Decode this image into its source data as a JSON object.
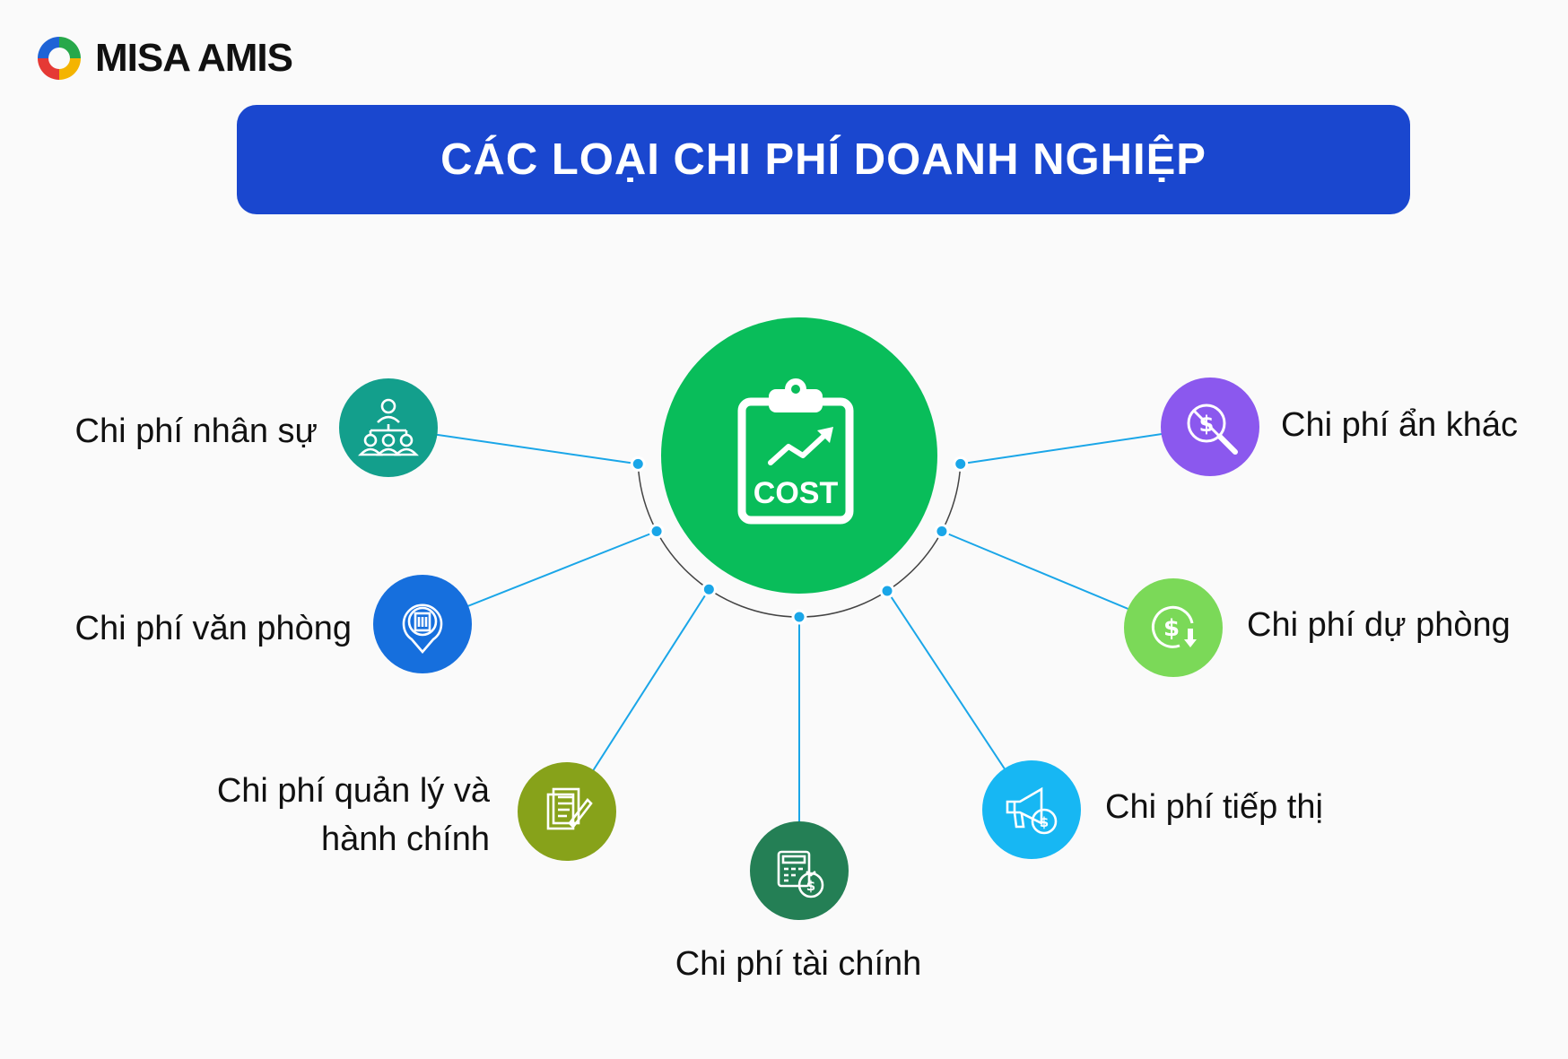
{
  "logo": {
    "text": "MISA AMIS"
  },
  "header": {
    "title": "CÁC LOẠI CHI PHÍ DOANH NGHIỆP"
  },
  "center": {
    "label": "COST",
    "icon": "clipboard-chart-icon",
    "color": "#09bd5a"
  },
  "connector_color": "#1aa6e8",
  "nodes": [
    {
      "id": "nhan-su",
      "label_lines": [
        "Chi phí nhân sự"
      ],
      "icon": "people-hierarchy-icon",
      "color": "#139f8c"
    },
    {
      "id": "van-phong",
      "label_lines": [
        "Chi phí văn phòng"
      ],
      "icon": "office-building-icon",
      "color": "#166fdd"
    },
    {
      "id": "quan-ly",
      "label_lines": [
        "Chi phí quản lý và",
        "hành chính"
      ],
      "icon": "document-pen-icon",
      "color": "#87a21a"
    },
    {
      "id": "tai-chinh",
      "label_lines": [
        "Chi phí tài chính"
      ],
      "icon": "calculator-money-icon",
      "color": "#247f55"
    },
    {
      "id": "tiep-thi",
      "label_lines": [
        "Chi phí tiếp thị"
      ],
      "icon": "megaphone-dollar-icon",
      "color": "#17b7f3"
    },
    {
      "id": "du-phong",
      "label_lines": [
        "Chi phí dự phòng"
      ],
      "icon": "dollar-refresh-icon",
      "color": "#7bd958"
    },
    {
      "id": "an-khac",
      "label_lines": [
        "Chi phí ẩn khác"
      ],
      "icon": "hidden-dollar-search-icon",
      "color": "#8b58ee"
    }
  ]
}
